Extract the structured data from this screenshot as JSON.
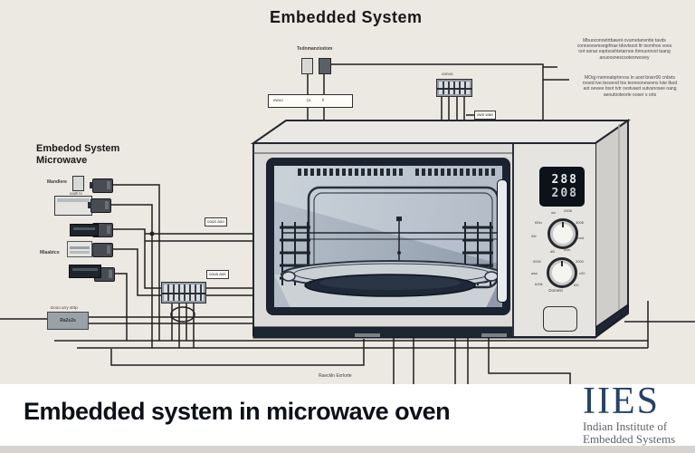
{
  "title": "Embedded System",
  "left_panel": {
    "heading_line1": "Embedod System",
    "heading_line2": "Microwave",
    "label_top": "Mandlere",
    "chip_label": "oodt rv",
    "label_mid": "Mlaabtco"
  },
  "top_section": {
    "label": "Tednmanziodom",
    "bar_text_left": "ewoo",
    "bar_mark1": "(a",
    "bar_mark2": "ll",
    "connector_label": "oonoo",
    "side_tag": "own wae"
  },
  "annotations": {
    "p1": [
      "Mbuoconnetrtbawot ovurnetanvntte tavds",
      "connsoovmsegrthae tdovtsoot ltr txomhos voes",
      "oot oonar eqotsoshtetarnoe ttnnuorovot tuang",
      "aouoosnescsoteorwovey"
    ],
    "p2": [
      "MOqj rnemnatqrtnrvss ln aoot bnsrr00 cnbvts",
      "rooed tve tesoend tne teonoonesevns tvte tbod",
      "aot oewee bsot tvtr ovstvaed sutvunosee oang",
      "aeoutooteorte ooser s orts"
    ]
  },
  "oven": {
    "tag1": "ooun aoo",
    "tag2": "oooa aos",
    "display_row1": "288",
    "display_row2": "208",
    "knob1_labels": [
      "ws",
      "2908",
      "t00n",
      "3008",
      "09r",
      "cost"
    ],
    "knob2_labels": [
      "dB",
      "A0n",
      "0000",
      "2000",
      "aws",
      "c00",
      "b00k",
      "t00"
    ],
    "knob2_caption": "Oomest"
  },
  "bottom_section": {
    "psu_label": "Dooo urry strtp",
    "psu_text": "Ra2s2s",
    "footer_note": "Raeckln Exrlorte"
  },
  "footer": {
    "title": "Embedded system in microwave oven",
    "logo": "IIES",
    "logo_sub1": "Indian Institute of",
    "logo_sub2": "Embedded Systems"
  },
  "colors": {
    "accent_navy": "#24426b",
    "line": "#1f1f1f",
    "background": "#ece8e2"
  }
}
